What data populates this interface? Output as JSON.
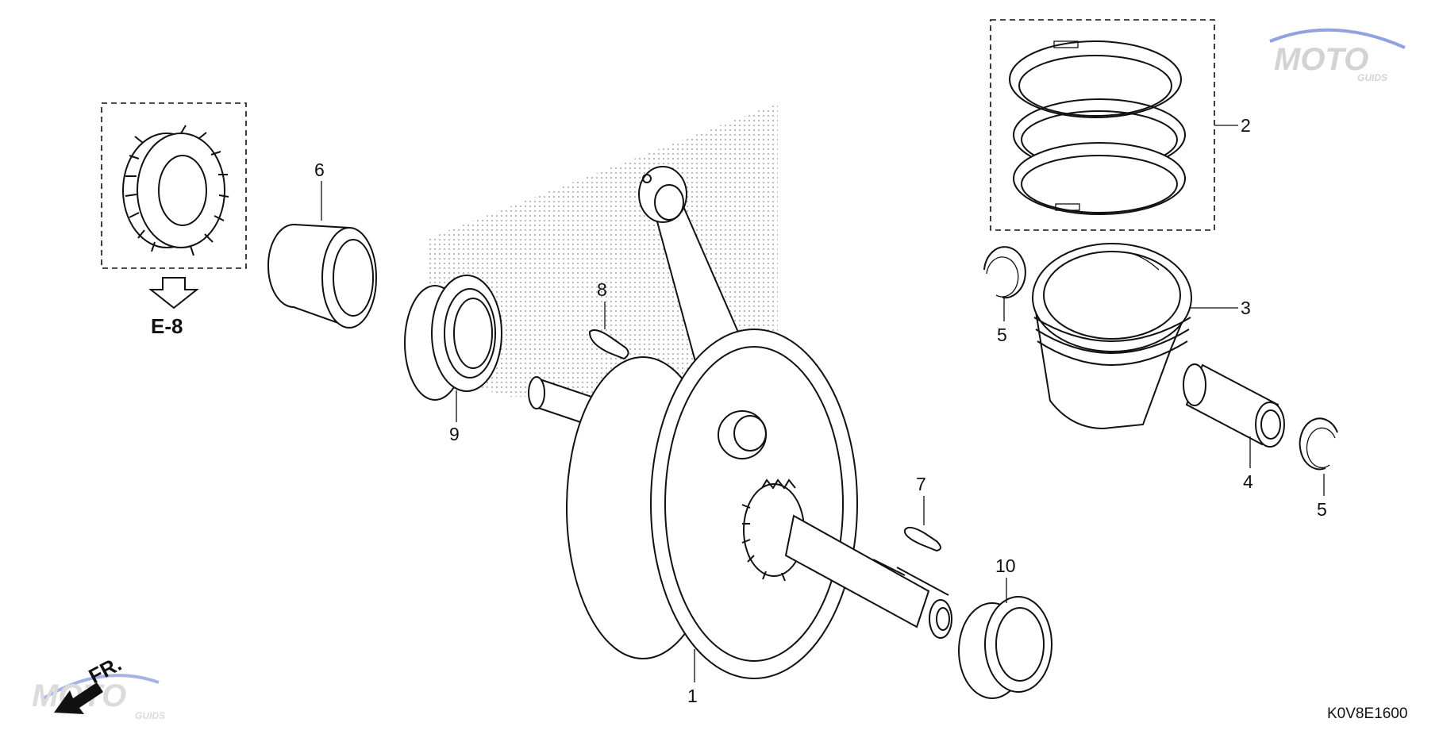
{
  "diagram": {
    "callouts": [
      {
        "id": "c1",
        "label": "1"
      },
      {
        "id": "c2",
        "label": "2"
      },
      {
        "id": "c3",
        "label": "3"
      },
      {
        "id": "c4",
        "label": "4"
      },
      {
        "id": "c5a",
        "label": "5"
      },
      {
        "id": "c5b",
        "label": "5"
      },
      {
        "id": "c6",
        "label": "6"
      },
      {
        "id": "c7",
        "label": "7"
      },
      {
        "id": "c8",
        "label": "8"
      },
      {
        "id": "c9",
        "label": "9"
      },
      {
        "id": "c10",
        "label": "10"
      }
    ],
    "reference": {
      "label": "E-8"
    },
    "direction": {
      "label": "FR."
    },
    "diagram_code": "K0V8E1600",
    "watermark": {
      "text": "MOTO",
      "subtext": "GUIDS"
    }
  }
}
